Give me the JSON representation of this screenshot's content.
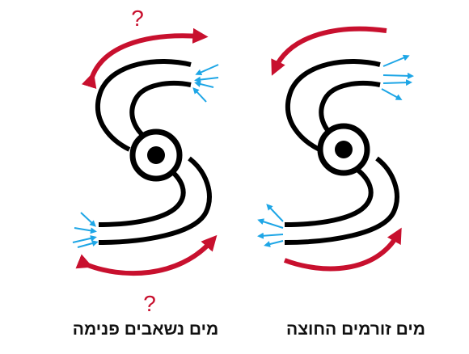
{
  "colors": {
    "red": "#c8102e",
    "blue": "#1ea6e6",
    "black": "#000000"
  },
  "diagrams": [
    {
      "id": "left",
      "caption": "מים נשאבים פנימה",
      "question_top": "?",
      "question_bottom": "?",
      "water_flow": "inward"
    },
    {
      "id": "right",
      "caption": "מים זורמים החוצה",
      "water_flow": "outward"
    }
  ]
}
